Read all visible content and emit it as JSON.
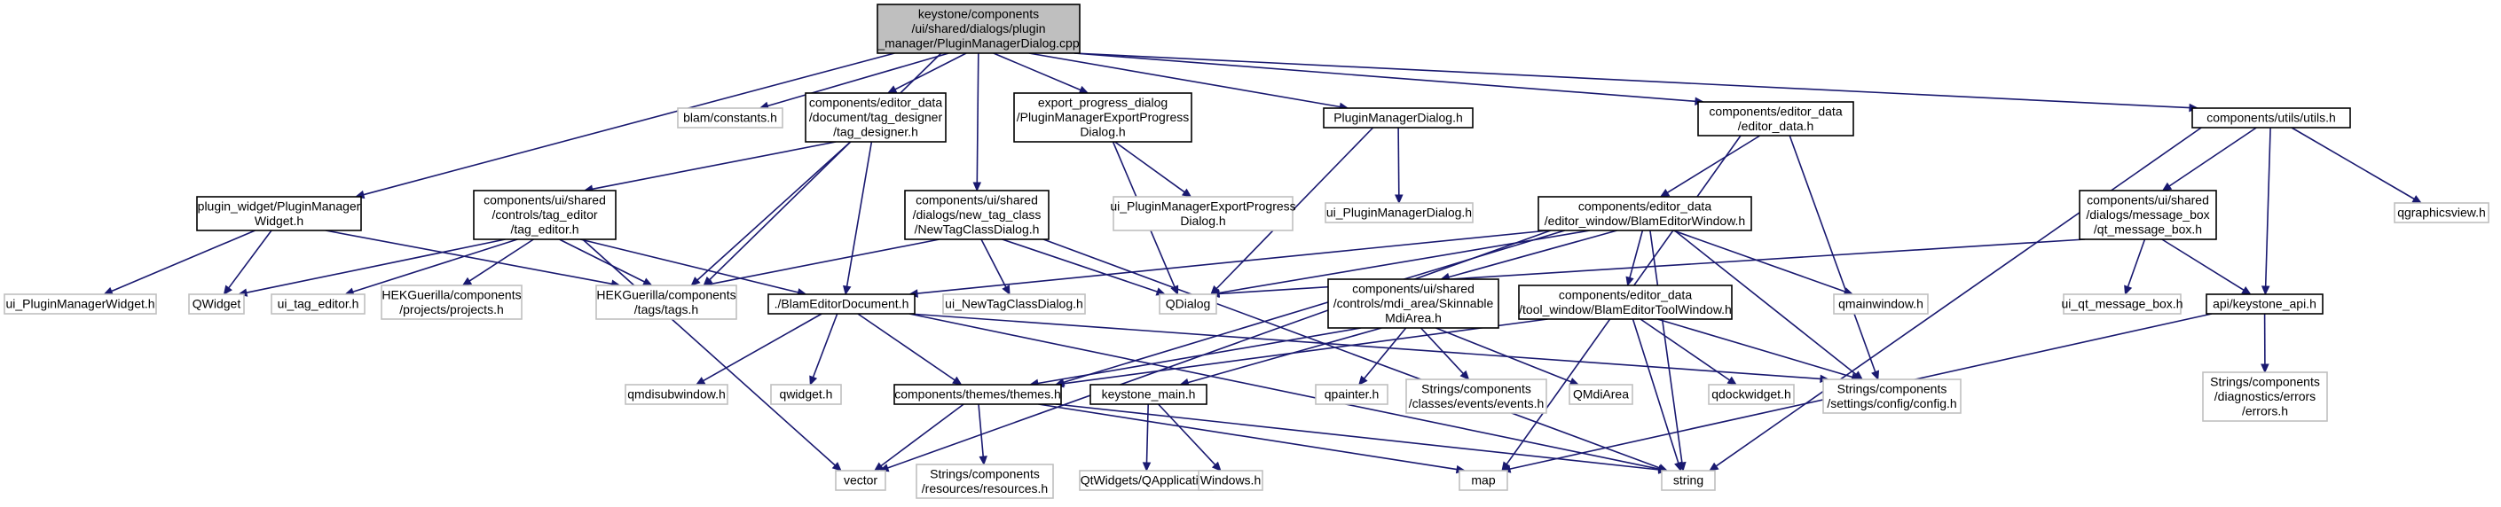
{
  "colors": {
    "root_fill": "#bfbfbf",
    "node_fill": "#ffffff",
    "documented_border": "#000000",
    "external_border": "#bfbfbf",
    "edge": "#191970"
  },
  "nodes": [
    {
      "id": "root",
      "kind": "root",
      "lines": [
        "keystone/components",
        "/ui/shared/dialogs/plugin",
        "_manager/PluginManagerDialog.cpp"
      ]
    },
    {
      "id": "plugin_widget",
      "kind": "documented",
      "lines": [
        "plugin_widget/PluginManager",
        "Widget.h"
      ]
    },
    {
      "id": "blam_constants",
      "kind": "external",
      "lines": [
        "blam/constants.h"
      ]
    },
    {
      "id": "tag_designer",
      "kind": "documented",
      "lines": [
        "components/editor_data",
        "/document/tag_designer",
        "/tag_designer.h"
      ]
    },
    {
      "id": "new_tag_class",
      "kind": "documented",
      "lines": [
        "components/ui/shared",
        "/dialogs/new_tag_class",
        "/NewTagClassDialog.h"
      ]
    },
    {
      "id": "export_progress",
      "kind": "documented",
      "lines": [
        "export_progress_dialog",
        "/PluginManagerExportProgress",
        "Dialog.h"
      ]
    },
    {
      "id": "plugin_manager_dialog",
      "kind": "documented",
      "lines": [
        "PluginManagerDialog.h"
      ]
    },
    {
      "id": "editor_data",
      "kind": "documented",
      "lines": [
        "components/editor_data",
        "/editor_data.h"
      ]
    },
    {
      "id": "utils",
      "kind": "documented",
      "lines": [
        "components/utils/utils.h"
      ]
    },
    {
      "id": "tag_editor",
      "kind": "documented",
      "lines": [
        "components/ui/shared",
        "/controls/tag_editor",
        "/tag_editor.h"
      ]
    },
    {
      "id": "ui_export_progress",
      "kind": "external",
      "lines": [
        "ui_PluginManagerExportProgress",
        "Dialog.h"
      ]
    },
    {
      "id": "ui_plugin_manager_dialog",
      "kind": "external",
      "lines": [
        "ui_PluginManagerDialog.h"
      ]
    },
    {
      "id": "blam_editor_window",
      "kind": "documented",
      "lines": [
        "components/editor_data",
        "/editor_window/BlamEditorWindow.h"
      ]
    },
    {
      "id": "message_box",
      "kind": "documented",
      "lines": [
        "components/ui/shared",
        "/dialogs/message_box",
        "/qt_message_box.h"
      ]
    },
    {
      "id": "qgraphicsview",
      "kind": "external",
      "lines": [
        "qgraphicsview.h"
      ]
    },
    {
      "id": "ui_plugin_manager_widget",
      "kind": "external",
      "lines": [
        "ui_PluginManagerWidget.h"
      ]
    },
    {
      "id": "qwidget_cls",
      "kind": "external",
      "lines": [
        "QWidget"
      ]
    },
    {
      "id": "ui_tag_editor",
      "kind": "external",
      "lines": [
        "ui_tag_editor.h"
      ]
    },
    {
      "id": "projects",
      "kind": "external",
      "lines": [
        "HEKGuerilla/components",
        "/projects/projects.h"
      ]
    },
    {
      "id": "tags",
      "kind": "external",
      "lines": [
        "HEKGuerilla/components",
        "/tags/tags.h"
      ]
    },
    {
      "id": "blam_editor_document",
      "kind": "documented",
      "lines": [
        "./BlamEditorDocument.h"
      ]
    },
    {
      "id": "ui_new_tag_class",
      "kind": "external",
      "lines": [
        "ui_NewTagClassDialog.h"
      ]
    },
    {
      "id": "qdialog",
      "kind": "external",
      "lines": [
        "QDialog"
      ]
    },
    {
      "id": "mdi_area",
      "kind": "documented",
      "lines": [
        "components/ui/shared",
        "/controls/mdi_area/Skinnable",
        "MdiArea.h"
      ]
    },
    {
      "id": "tool_window",
      "kind": "documented",
      "lines": [
        "components/editor_data",
        "/tool_window/BlamEditorToolWindow.h"
      ]
    },
    {
      "id": "qmainwindow",
      "kind": "external",
      "lines": [
        "qmainwindow.h"
      ]
    },
    {
      "id": "ui_qt_message_box",
      "kind": "external",
      "lines": [
        "ui_qt_message_box.h"
      ]
    },
    {
      "id": "keystone_api",
      "kind": "documented",
      "lines": [
        "api/keystone_api.h"
      ]
    },
    {
      "id": "qmdisubwindow",
      "kind": "external",
      "lines": [
        "qmdisubwindow.h"
      ]
    },
    {
      "id": "qwidget_h",
      "kind": "external",
      "lines": [
        "qwidget.h"
      ]
    },
    {
      "id": "themes",
      "kind": "documented",
      "lines": [
        "components/themes/themes.h"
      ]
    },
    {
      "id": "keystone_main",
      "kind": "documented",
      "lines": [
        "keystone_main.h"
      ]
    },
    {
      "id": "qpainter",
      "kind": "external",
      "lines": [
        "qpainter.h"
      ]
    },
    {
      "id": "events",
      "kind": "external",
      "lines": [
        "Strings/components",
        "/classes/events/events.h"
      ]
    },
    {
      "id": "qmdiarea",
      "kind": "external",
      "lines": [
        "QMdiArea"
      ]
    },
    {
      "id": "qdockwidget",
      "kind": "external",
      "lines": [
        "qdockwidget.h"
      ]
    },
    {
      "id": "config",
      "kind": "external",
      "lines": [
        "Strings/components",
        "/settings/config/config.h"
      ]
    },
    {
      "id": "errors",
      "kind": "external",
      "lines": [
        "Strings/components",
        "/diagnostics/errors",
        "/errors.h"
      ]
    },
    {
      "id": "vector",
      "kind": "external",
      "lines": [
        "vector"
      ]
    },
    {
      "id": "resources",
      "kind": "external",
      "lines": [
        "Strings/components",
        "/resources/resources.h"
      ]
    },
    {
      "id": "qapplication",
      "kind": "external",
      "lines": [
        "QtWidgets/QApplication"
      ]
    },
    {
      "id": "windows",
      "kind": "external",
      "lines": [
        "Windows.h"
      ]
    },
    {
      "id": "map",
      "kind": "external",
      "lines": [
        "map"
      ]
    },
    {
      "id": "string",
      "kind": "external",
      "lines": [
        "string"
      ]
    }
  ],
  "edges": [
    [
      "root",
      "plugin_widget"
    ],
    [
      "root",
      "blam_constants"
    ],
    [
      "root",
      "tag_designer"
    ],
    [
      "root",
      "new_tag_class"
    ],
    [
      "root",
      "export_progress"
    ],
    [
      "root",
      "plugin_manager_dialog"
    ],
    [
      "root",
      "editor_data"
    ],
    [
      "root",
      "utils"
    ],
    [
      "root",
      "tags"
    ],
    [
      "plugin_widget",
      "ui_plugin_manager_widget"
    ],
    [
      "plugin_widget",
      "qwidget_cls"
    ],
    [
      "plugin_widget",
      "tags"
    ],
    [
      "tag_designer",
      "tag_editor"
    ],
    [
      "tag_designer",
      "tags"
    ],
    [
      "tag_designer",
      "blam_editor_document"
    ],
    [
      "tag_editor",
      "qwidget_cls"
    ],
    [
      "tag_editor",
      "ui_tag_editor"
    ],
    [
      "tag_editor",
      "projects"
    ],
    [
      "tag_editor",
      "tags"
    ],
    [
      "tag_editor",
      "blam_editor_document"
    ],
    [
      "tag_editor",
      "vector"
    ],
    [
      "new_tag_class",
      "tags"
    ],
    [
      "new_tag_class",
      "ui_new_tag_class"
    ],
    [
      "new_tag_class",
      "qdialog"
    ],
    [
      "new_tag_class",
      "string"
    ],
    [
      "export_progress",
      "ui_export_progress"
    ],
    [
      "export_progress",
      "qdialog"
    ],
    [
      "plugin_manager_dialog",
      "ui_plugin_manager_dialog"
    ],
    [
      "plugin_manager_dialog",
      "qdialog"
    ],
    [
      "editor_data",
      "blam_editor_window"
    ],
    [
      "editor_data",
      "config"
    ],
    [
      "editor_data",
      "map"
    ],
    [
      "blam_editor_window",
      "qdialog"
    ],
    [
      "blam_editor_window",
      "blam_editor_document"
    ],
    [
      "blam_editor_window",
      "mdi_area"
    ],
    [
      "blam_editor_window",
      "tool_window"
    ],
    [
      "blam_editor_window",
      "qmainwindow"
    ],
    [
      "blam_editor_window",
      "config"
    ],
    [
      "blam_editor_window",
      "string"
    ],
    [
      "blam_editor_window",
      "themes"
    ],
    [
      "blam_editor_window",
      "vector"
    ],
    [
      "utils",
      "message_box"
    ],
    [
      "utils",
      "keystone_api"
    ],
    [
      "utils",
      "qgraphicsview"
    ],
    [
      "utils",
      "string"
    ],
    [
      "message_box",
      "ui_qt_message_box"
    ],
    [
      "message_box",
      "keystone_api"
    ],
    [
      "message_box",
      "qdialog"
    ],
    [
      "keystone_api",
      "errors"
    ],
    [
      "keystone_api",
      "map"
    ],
    [
      "blam_editor_document",
      "qmdisubwindow"
    ],
    [
      "blam_editor_document",
      "qwidget_h"
    ],
    [
      "blam_editor_document",
      "themes"
    ],
    [
      "blam_editor_document",
      "config"
    ],
    [
      "blam_editor_document",
      "string"
    ],
    [
      "mdi_area",
      "themes"
    ],
    [
      "mdi_area",
      "keystone_main"
    ],
    [
      "mdi_area",
      "qpainter"
    ],
    [
      "mdi_area",
      "events"
    ],
    [
      "mdi_area",
      "qmdiarea"
    ],
    [
      "tool_window",
      "themes"
    ],
    [
      "tool_window",
      "qdockwidget"
    ],
    [
      "tool_window",
      "config"
    ],
    [
      "tool_window",
      "string"
    ],
    [
      "themes",
      "vector"
    ],
    [
      "themes",
      "resources"
    ],
    [
      "themes",
      "map"
    ],
    [
      "themes",
      "string"
    ],
    [
      "keystone_main",
      "qapplication"
    ],
    [
      "keystone_main",
      "windows"
    ]
  ]
}
